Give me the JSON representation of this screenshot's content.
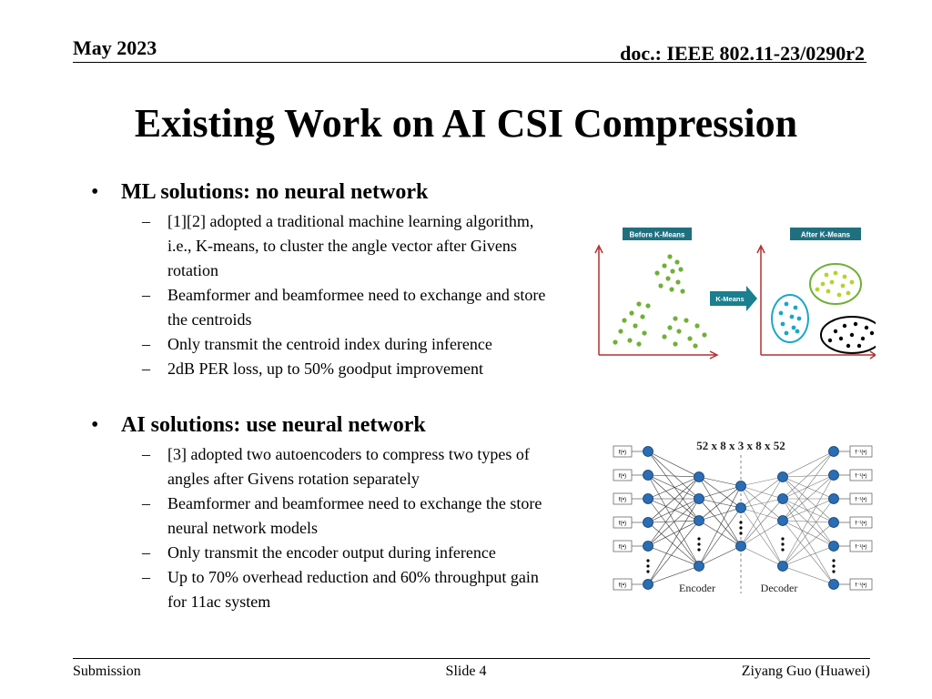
{
  "header": {
    "date": "May 2023",
    "doc": "doc.: IEEE 802.11-23/0290r2"
  },
  "title": "Existing Work on AI CSI Compression",
  "section1": {
    "heading": "ML solutions: no neural network",
    "items": [
      "[1][2] adopted a traditional machine learning algorithm, i.e., K-means, to cluster the angle vector after Givens rotation",
      "Beamformer and beamformee need to exchange and store the centroids",
      "Only transmit the centroid index during inference",
      "2dB PER loss, up to 50% goodput improvement"
    ]
  },
  "section2": {
    "heading": "AI solutions: use neural network",
    "items": [
      "[3] adopted two autoencoders to compress two types of angles after Givens rotation separately",
      "Beamformer and beamformee need to exchange the store neural network models",
      "Only transmit the encoder output during inference",
      "Up to 70% overhead reduction and 60% throughput gain for 11ac system"
    ]
  },
  "markers": {
    "level1": "•",
    "level2": "–"
  },
  "figure_kmeans": {
    "before_label": "Before K-Means",
    "after_label": "After K-Means",
    "arrow_label": "K-Means"
  },
  "figure_autoencoder": {
    "dims_label": "52 x 8 x 3 x 8 x 52",
    "encoder_label": "Encoder",
    "decoder_label": "Decoder",
    "input_fn": "f(•)",
    "output_fn": "f⁻¹(•)"
  },
  "colors": {
    "label_bg": "#1f6f7f",
    "arrow": "#1a7f8f",
    "axis": "#b03030",
    "green": "#6fb036",
    "yellow_green": "#b7d32a",
    "cyan": "#1aa7c8",
    "node_blue": "#2a6db5"
  },
  "footer": {
    "left": "Submission",
    "center": "Slide 4",
    "right": "Ziyang Guo (Huawei)"
  }
}
